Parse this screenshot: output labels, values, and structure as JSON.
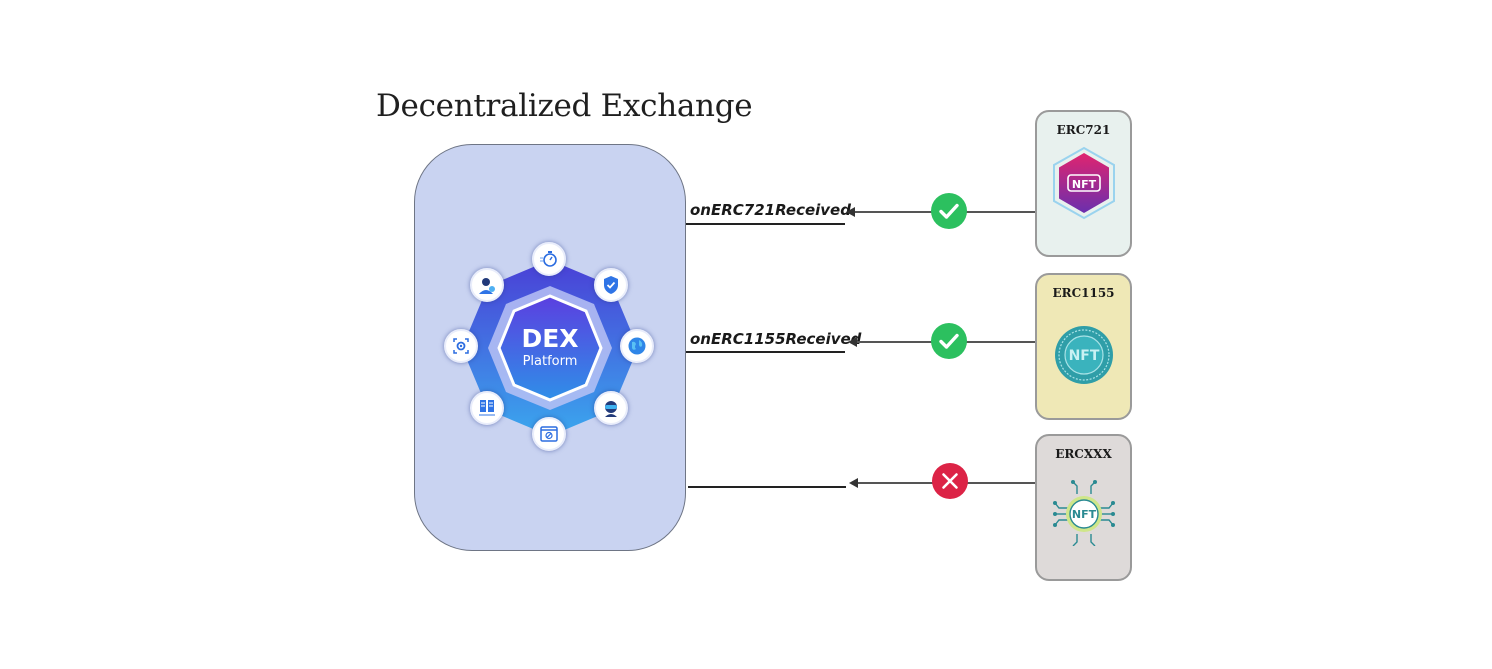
{
  "title": "Decentralized Exchange",
  "hub": {
    "line1": "DEX",
    "line2": "Platform",
    "satellite_icons": [
      "stopwatch-icon",
      "shield-check-icon",
      "globe-icon",
      "vr-headset-user-icon",
      "browser-window-icon",
      "server-icon",
      "target-settings-icon",
      "support-agent-icon"
    ]
  },
  "connections": [
    {
      "label": "onERC721Received",
      "status": "accepted",
      "status_icon": "checkmark-icon",
      "status_color": "#2cc05f"
    },
    {
      "label": "onERC1155Received",
      "status": "accepted",
      "status_icon": "checkmark-icon",
      "status_color": "#2cc05f"
    },
    {
      "label": "",
      "status": "rejected",
      "status_icon": "cross-icon",
      "status_color": "#dc2346"
    }
  ],
  "tokens": [
    {
      "name": "ERC721",
      "icon": "nft-hexagon-icon",
      "background": "#e8f1ee"
    },
    {
      "name": "ERC1155",
      "icon": "nft-coin-icon",
      "background": "#efe8b6"
    },
    {
      "name": "ERCXXX",
      "icon": "nft-circuit-icon",
      "background": "#dedad9"
    }
  ],
  "colors": {
    "dex_box": "#c9d3f1",
    "hub_outer": "#4f5fdc",
    "hub_inner": "#5a4fe0"
  }
}
